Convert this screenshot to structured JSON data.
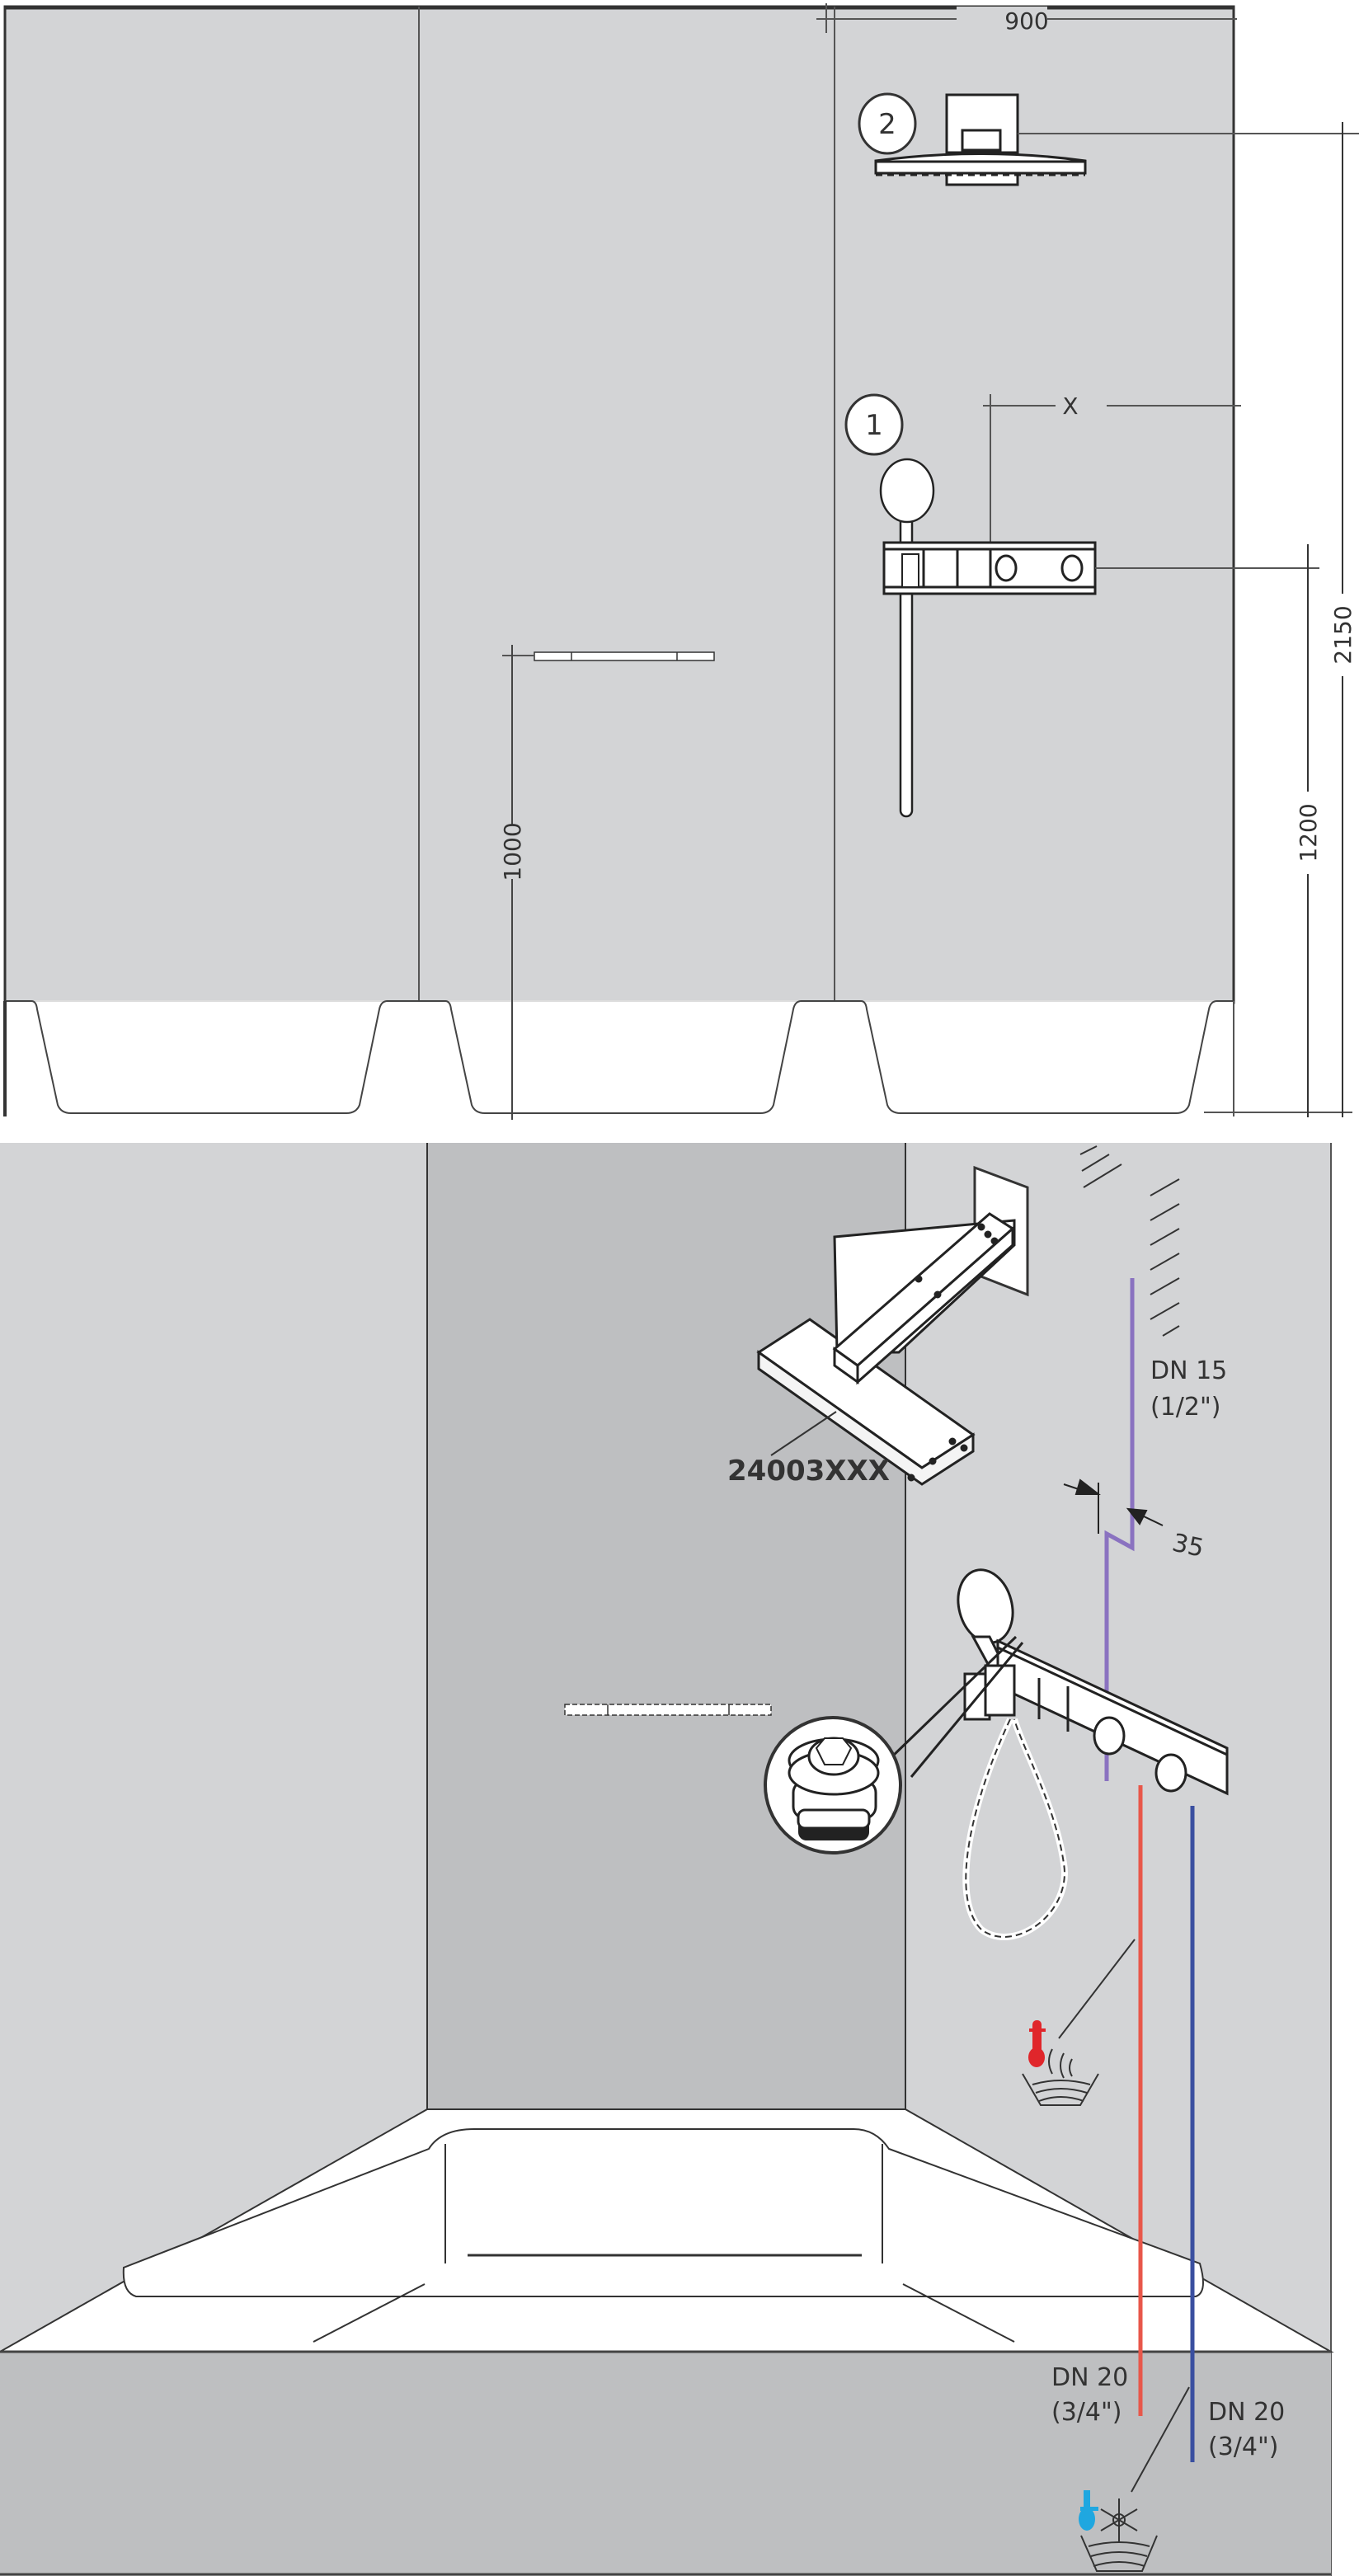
{
  "colors": {
    "wall_light": "#d3d4d6",
    "wall_dark": "#bebfc1",
    "line": "#333333",
    "pipe_shower_head": "#8a72c0",
    "pipe_hot": "#e8574a",
    "pipe_cold": "#3a4fa0",
    "thermo_hot": "#e0262b",
    "thermo_cold": "#1fa7e0"
  },
  "elevation": {
    "dimensions": {
      "width": "900",
      "shower_height": "2150",
      "thermostat_height": "1200",
      "shelf_height": "1000",
      "offset": "X"
    },
    "callouts": [
      {
        "number": "1",
        "item": "thermostat with hand shower"
      },
      {
        "number": "2",
        "item": "overhead shower"
      }
    ]
  },
  "isometric": {
    "product_code": "24003XXX",
    "pipes": {
      "shower_head": {
        "size": "DN 15",
        "inch": "(1/2\")"
      },
      "hot": {
        "size": "DN 20",
        "inch": "(3/4\")"
      },
      "cold": {
        "size": "DN 20",
        "inch": "(3/4\")"
      }
    },
    "offset_dimension": "35",
    "symbols": {
      "hot": "hot-water-icon",
      "cold": "cold-water-icon"
    }
  }
}
